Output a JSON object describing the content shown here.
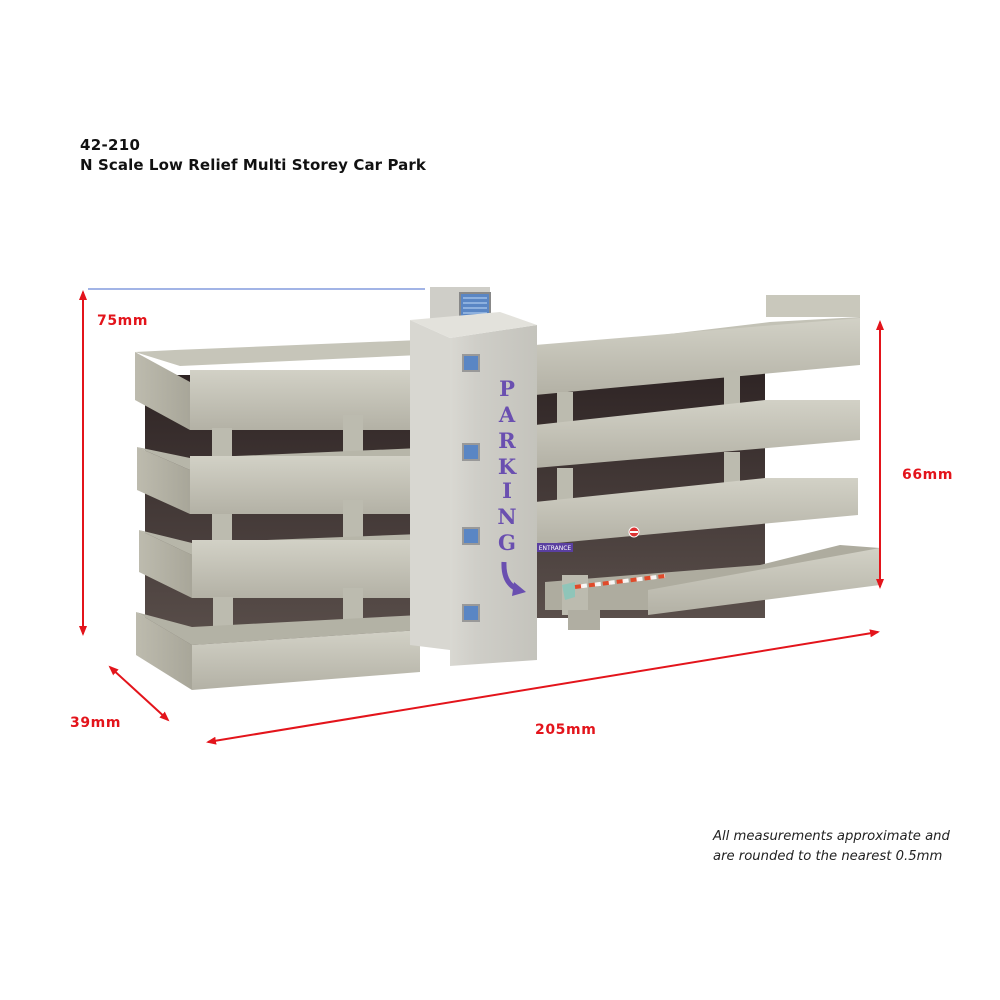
{
  "product": {
    "code": "42-210",
    "name": "N Scale Low Relief Multi Storey Car Park"
  },
  "dimensions": {
    "height_overall": "75mm",
    "height_deck": "66mm",
    "depth": "39mm",
    "width": "205mm"
  },
  "model": {
    "tower_sign": [
      "P",
      "A",
      "R",
      "K",
      "I",
      "N",
      "G"
    ],
    "entrance_sign": "ENTRANCE",
    "levels": 4
  },
  "note": {
    "line1": "All measurements approximate and",
    "line2": "are rounded to the nearest 0.5mm"
  },
  "colors": {
    "dimension_red": "#e3141b",
    "guide_blue": "#6a86d8",
    "concrete": "#c9c8bd",
    "concrete_dark": "#a9a79b",
    "interior": "#3b2f2f",
    "sign_purple": "#6a4fb0",
    "window_blue": "#5a86c4"
  }
}
